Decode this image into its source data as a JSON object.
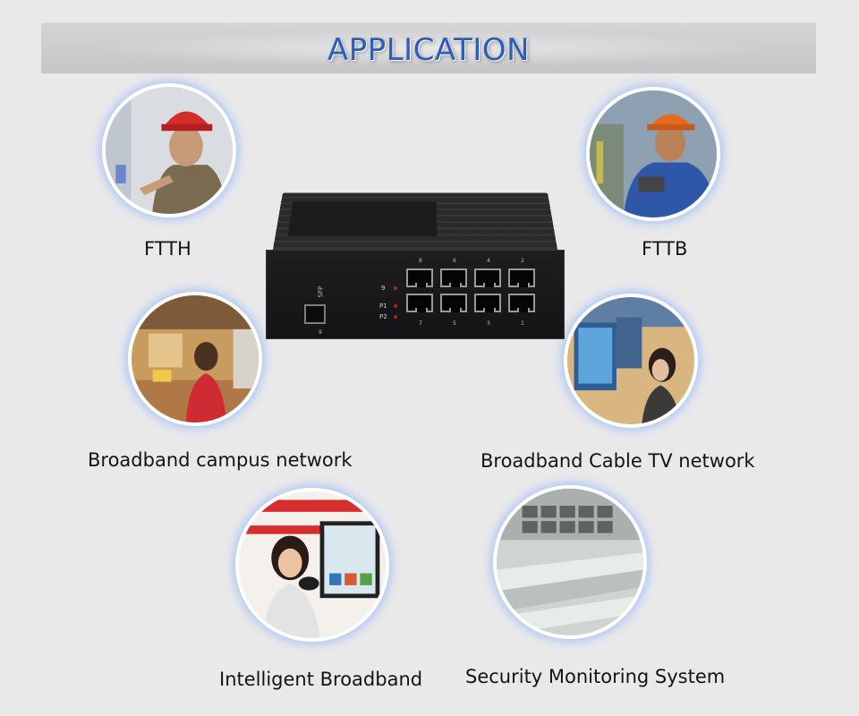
{
  "banner": {
    "title": "APPLICATION"
  },
  "applications": [
    {
      "label": "FTTH",
      "scene": "worker-red-helmet-phone"
    },
    {
      "label": "FTTB",
      "scene": "worker-orange-helmet-tools"
    },
    {
      "label": "Broadband campus network",
      "scene": "student-at-desk"
    },
    {
      "label": "Broadband Cable TV network",
      "scene": "woman-with-tv-screens"
    },
    {
      "label": "Intelligent Broadband",
      "scene": "woman-with-smart-tv"
    },
    {
      "label": "Security Monitoring System",
      "scene": "monitoring-control-room"
    }
  ],
  "device": {
    "sfp_label": "SFP",
    "sfp_port_number": "9",
    "led_labels": [
      "9",
      "P1",
      "P2"
    ],
    "port_numbers_top": [
      "8",
      "6",
      "4",
      "2"
    ],
    "port_numbers_bottom": [
      "7",
      "5",
      "3",
      "1"
    ],
    "colors": {
      "body": "#1e1e20",
      "led": "#a32a1f",
      "brand": "#c0302a"
    }
  },
  "colors": {
    "background": "#e9e9ea",
    "banner_text": "#2d5db8",
    "circle_glow": "#78aaff"
  }
}
